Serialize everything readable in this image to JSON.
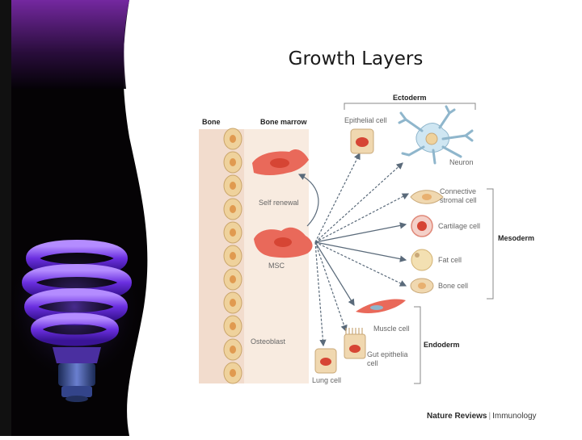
{
  "slide": {
    "title": "Growth Layers",
    "footer_brand": "Nature Reviews",
    "footer_separator": "|",
    "footer_journal": "Immunology"
  },
  "diagram": {
    "headers": {
      "bone": "Bone",
      "marrow": "Bone marrow",
      "ectoderm": "Ectoderm",
      "mesoderm": "Mesoderm",
      "endoderm": "Endoderm"
    },
    "labels": {
      "self_renewal": "Self renewal",
      "msc": "MSC",
      "osteoblast": "Osteoblast",
      "epithelial": "Epithelial cell",
      "neuron": "Neuron",
      "connective_1": "Connective",
      "connective_2": "stromal cell",
      "cartilage": "Cartilage cell",
      "fat": "Fat cell",
      "bone_cell": "Bone cell",
      "muscle": "Muscle cell",
      "gut_1": "Gut epithelia",
      "gut_2": "cell",
      "lung": "Lung cell"
    }
  },
  "colors": {
    "purple_accent": "#6b1fb8",
    "msc_cell": "#e9695a",
    "tissue_band": "#f8ebe0",
    "osteoblast_fill": "#efd29c"
  }
}
